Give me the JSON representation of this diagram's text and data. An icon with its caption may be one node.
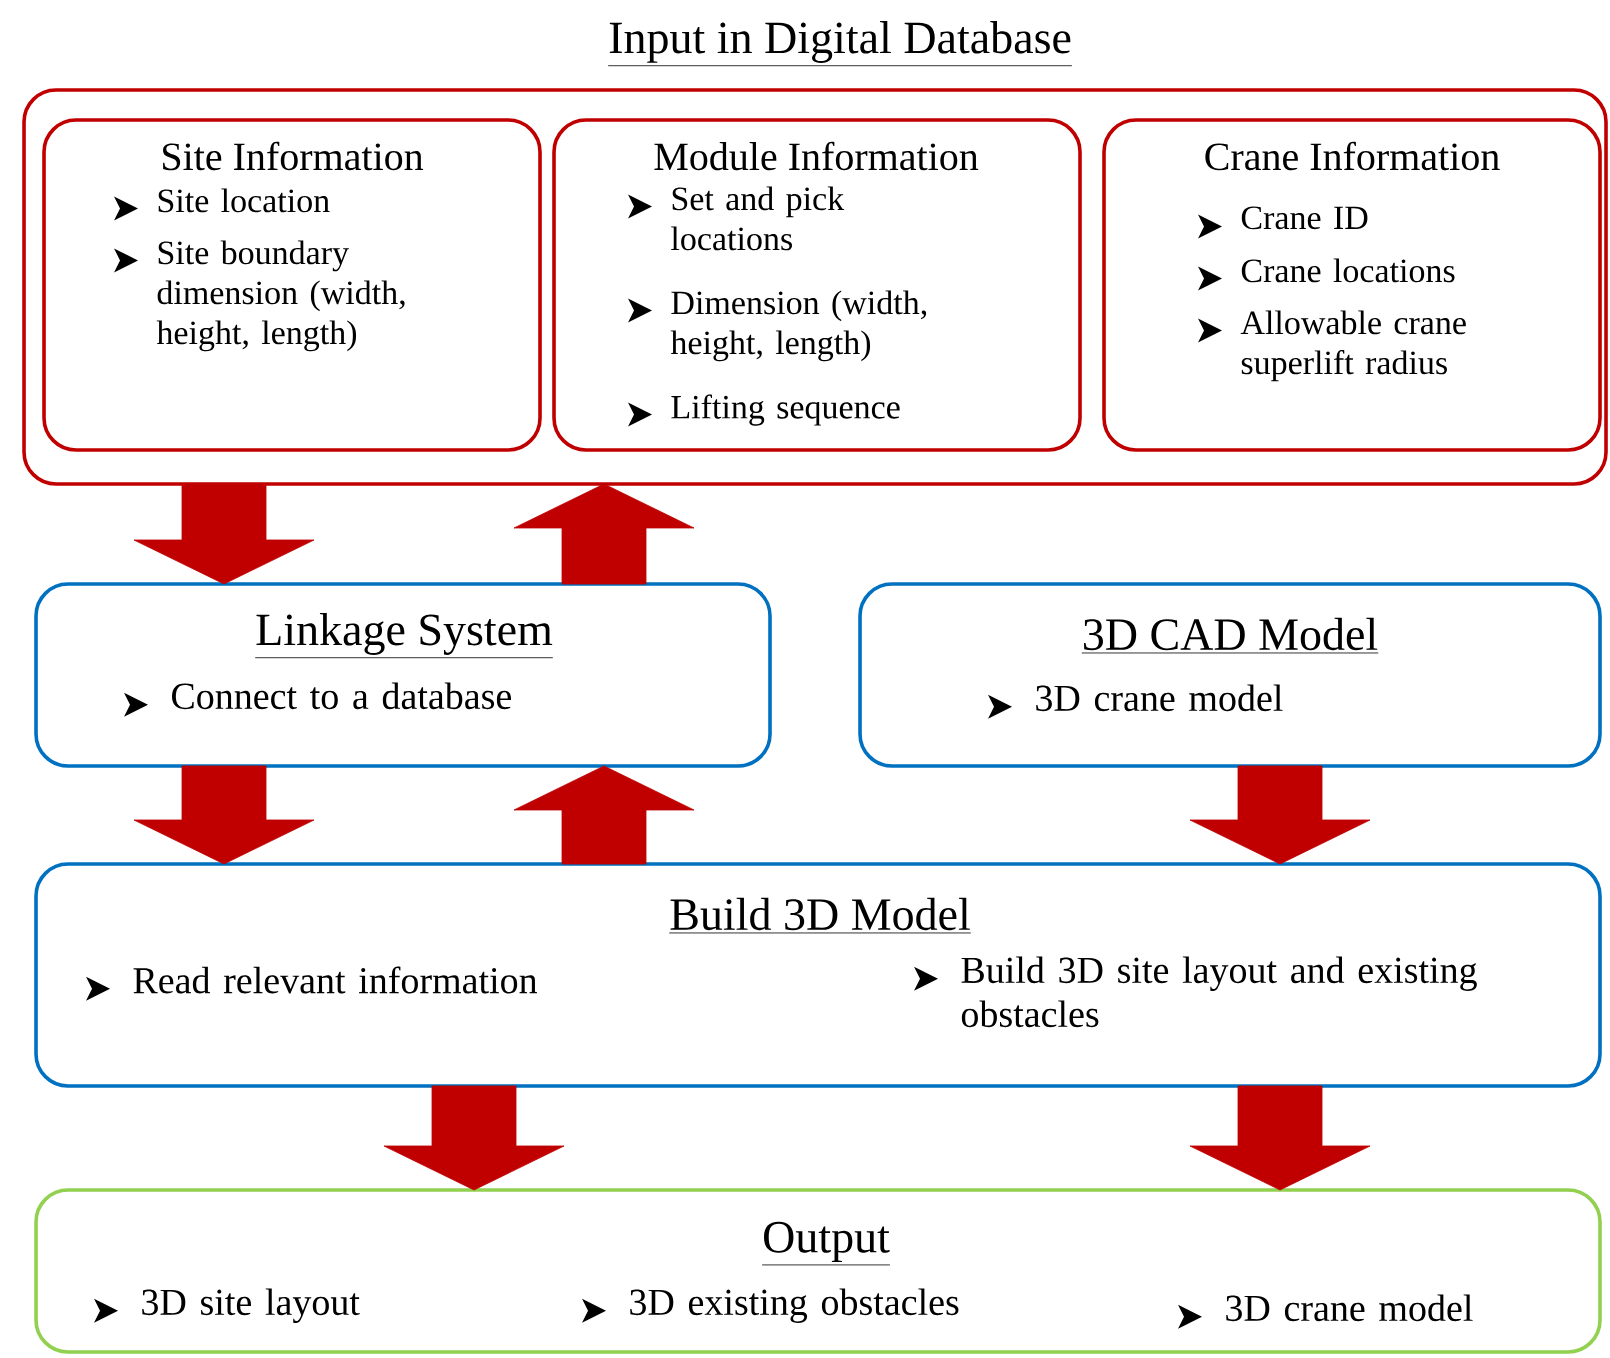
{
  "diagram": {
    "nodes": [
      {
        "text": [
          "Input in Digital Database"
        ]
      },
      {
        "text": [
          "Site Information",
          "Site location",
          "Site boundary dimension (width, height, length)"
        ],
        "in": 0
      },
      {
        "text": [
          "Module Information",
          "Set and pick locations",
          "Dimension (width, height, length)",
          "Lifting sequence"
        ],
        "in": 0
      },
      {
        "text": [
          "Crane Information",
          "Crane ID",
          "Crane locations",
          "Allowable crane superlift radius"
        ],
        "in": 0
      },
      {
        "text": [
          "Linkage System",
          "Connect to a database"
        ]
      },
      {
        "text": [
          "3D CAD Model",
          "3D crane model"
        ]
      },
      {
        "text": [
          "Build 3D Model",
          "Read relevant information",
          "Build 3D site layout and existing obstacles"
        ]
      },
      {
        "text": [
          "Output",
          "3D site layout",
          "3D existing obstacles",
          "3D crane model"
        ]
      }
    ],
    "edges": [
      {
        "from": 0,
        "to": 4,
        "arrow": "to"
      },
      {
        "from": 4,
        "to": 0,
        "arrow": "to"
      },
      {
        "from": 4,
        "to": 6,
        "arrow": "to"
      },
      {
        "from": 6,
        "to": 4,
        "arrow": "to"
      },
      {
        "from": 5,
        "to": 6,
        "arrow": "to"
      },
      {
        "from": 6,
        "to": 7,
        "arrow": "to"
      },
      {
        "from": 6,
        "to": 7,
        "arrow": "to"
      }
    ]
  }
}
